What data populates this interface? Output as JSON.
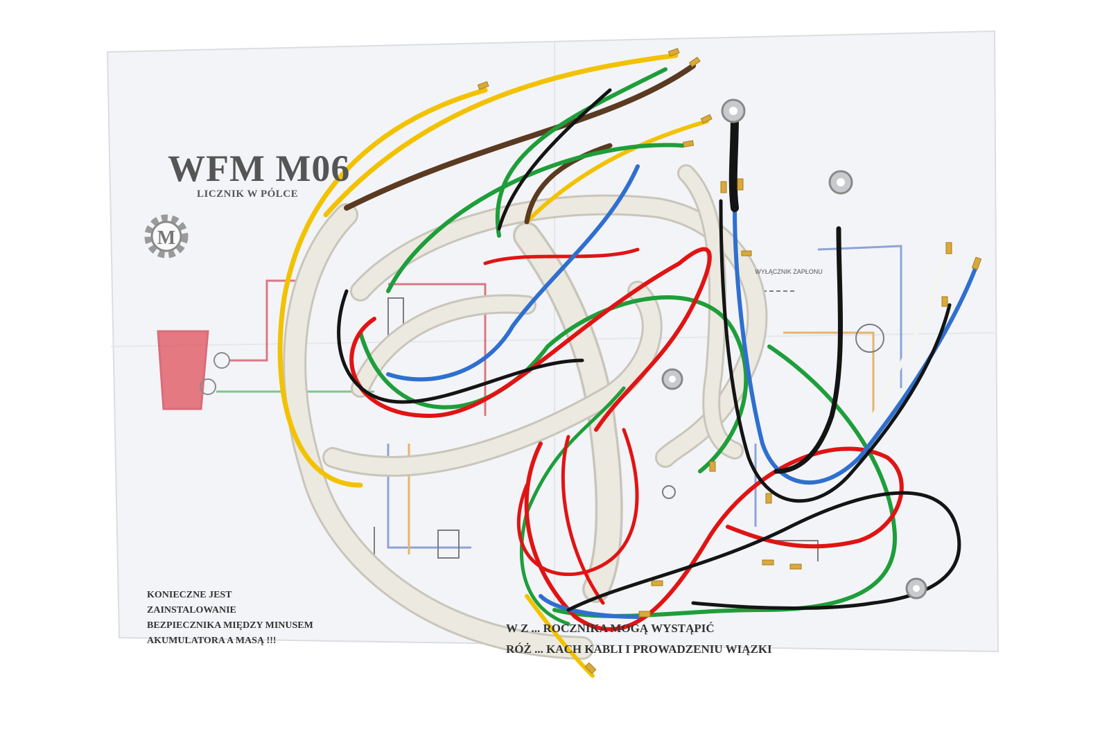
{
  "sheet": {
    "title": "WFM M06",
    "subtitle": "LICZNIK W PÓLCE",
    "logo_letter": "M",
    "warning_lines": [
      "KONIECZNE JEST",
      "ZAINSTALOWANIE",
      "BEZPIECZNIKA MIĘDZY MINUSEM",
      "AKUMULATORA A MASĄ !!!"
    ],
    "bottom_lines": [
      "W Z ... ROCZNIKA MOGĄ WYSTĄPIĆ",
      "RÓŻ ... KACH KABLI I PROWADZENIU WIĄZKI"
    ],
    "diagram_label": "WYŁĄCZNIK ZAPŁONU"
  },
  "colors": {
    "paper": "#f4f5f8",
    "yellow": "#f2c200",
    "brown": "#5b3a22",
    "green": "#1e9e3a",
    "red": "#e01414",
    "blue": "#2f6fd0",
    "black": "#141414",
    "white_wire": "#f4f4f0",
    "sheath": "#e9e6dc",
    "terminal": "#d9a93a"
  }
}
